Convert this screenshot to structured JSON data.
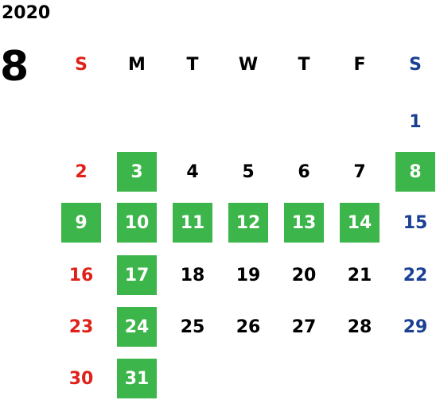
{
  "calendar": {
    "year": "2020",
    "month": "8",
    "weekdays": [
      "S",
      "M",
      "T",
      "W",
      "T",
      "F",
      "S"
    ],
    "weeks": [
      [
        "",
        "",
        "",
        "",
        "",
        "",
        "1"
      ],
      [
        "2",
        "3",
        "4",
        "5",
        "6",
        "7",
        "8"
      ],
      [
        "9",
        "10",
        "11",
        "12",
        "13",
        "14",
        "15"
      ],
      [
        "16",
        "17",
        "18",
        "19",
        "20",
        "21",
        "22"
      ],
      [
        "23",
        "24",
        "25",
        "26",
        "27",
        "28",
        "29"
      ],
      [
        "30",
        "31",
        "",
        "",
        "",
        "",
        ""
      ]
    ],
    "highlighted_days": [
      "3",
      "8",
      "9",
      "10",
      "11",
      "12",
      "13",
      "14",
      "17",
      "24",
      "31"
    ],
    "colors": {
      "sunday": "#e0211a",
      "saturday": "#1b3f93",
      "weekday": "#000000",
      "highlight_bg": "#3cb54a",
      "highlight_text": "#ffffff"
    }
  }
}
